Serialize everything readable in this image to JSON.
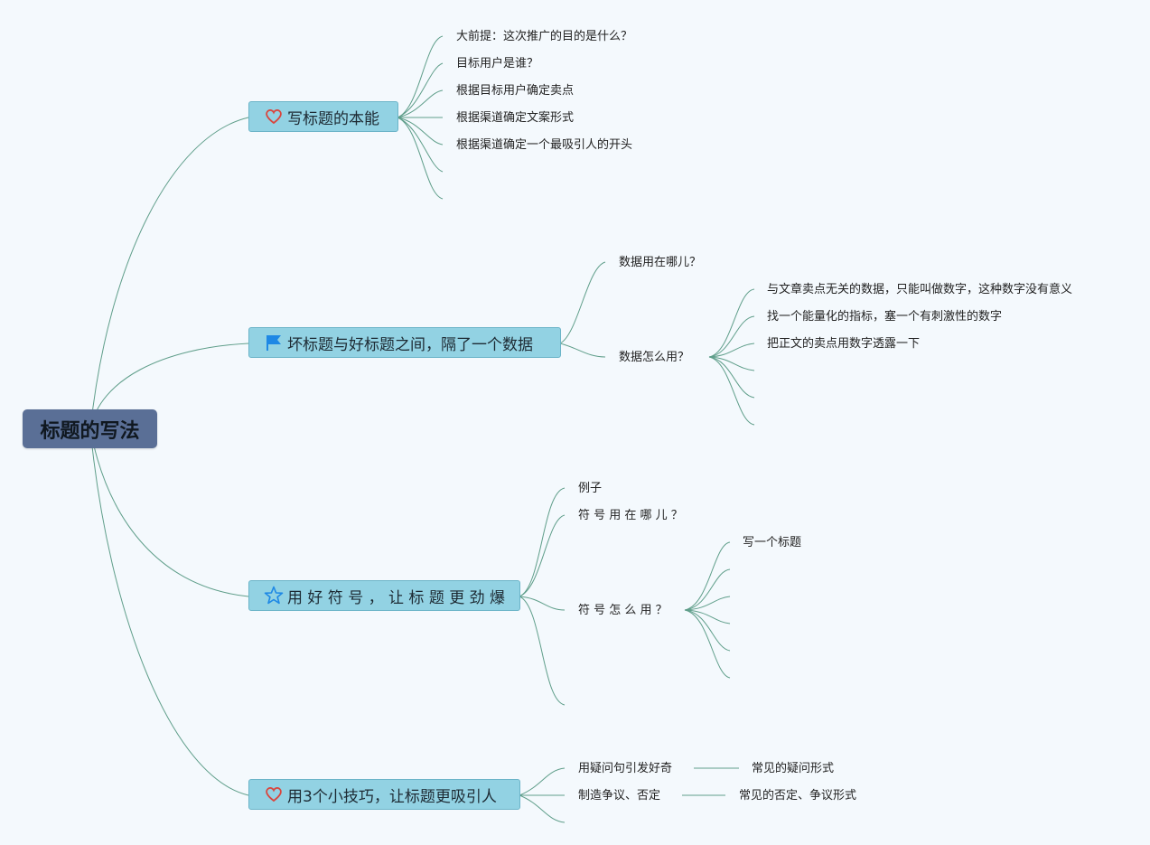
{
  "root": {
    "title": "标题的写法"
  },
  "branches": [
    {
      "title": "写标题的本能",
      "icon": "heart-icon",
      "children": [
        "大前提：这次推广的目的是什么？",
        "目标用户是谁？",
        "根据目标用户确定卖点",
        "根据渠道确定文案形式",
        "根据渠道确定一个最吸引人的开头"
      ]
    },
    {
      "title": "坏标题与好标题之间，隔了一个数据",
      "icon": "flag-icon",
      "children": [
        "数据用在哪儿？",
        "数据怎么用？"
      ],
      "sub": [
        "与文章卖点无关的数据，只能叫做数字，这种数字没有意义",
        "找一个能量化的指标，塞一个有刺激性的数字",
        "把正文的卖点用数字透露一下"
      ]
    },
    {
      "title": "用 好 符 号 ， 让 标 题 更 劲 爆",
      "icon": "star-icon",
      "children": [
        "例子",
        "符 号 用 在 哪 儿 ？",
        "符 号 怎 么 用 ？"
      ],
      "sub": [
        "写一个标题"
      ]
    },
    {
      "title": "用3个小技巧，让标题更吸引人",
      "icon": "heart-icon",
      "children": [
        "用疑问句引发好奇",
        "制造争议、否定"
      ],
      "sub": [
        "常见的疑问形式",
        "常见的否定、争议形式"
      ]
    }
  ],
  "colors": {
    "line": "#5f9e8a",
    "branch_fill": "#92d2e3",
    "root_fill": "#5a6f96",
    "heart": "#d9463e",
    "flag": "#1e88e5",
    "star": "#1e88e5"
  }
}
